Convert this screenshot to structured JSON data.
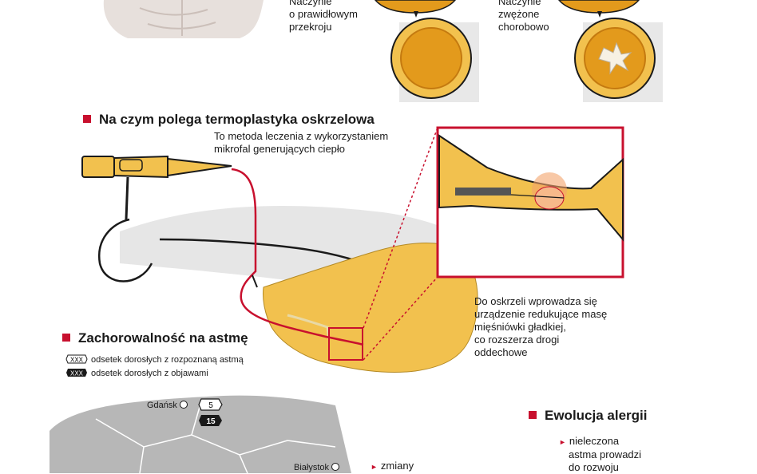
{
  "top": {
    "caption_normal": [
      "Naczynie",
      "o prawidłowym",
      "przekroju"
    ],
    "caption_narrowed": [
      "Naczynie",
      "zwężone",
      "chorobowo"
    ]
  },
  "section_thermo": {
    "title": "Na czym polega termoplastyka oskrzelowa",
    "subtitle": [
      "To metoda leczenia z wykorzystaniem",
      "mikrofal generujących ciepło"
    ],
    "description": [
      "Do oskrzeli wprowadza się",
      "urządzenie redukujące masę",
      "mięśniówki gładkiej,",
      "co rozszerza drogi",
      "oddechowe"
    ]
  },
  "section_asthma": {
    "title": "Zachorowalność na astmę",
    "legend": [
      {
        "badge": "XXX",
        "label": "odsetek dorosłych z rozpoznaną astmą"
      },
      {
        "badge": "XXX",
        "label": "odsetek dorosłych z objawami"
      }
    ],
    "cities": [
      {
        "name": "Gdańsk",
        "value_outline": "5",
        "value_filled": "15"
      },
      {
        "name": "Białystok"
      }
    ],
    "note": "zmiany"
  },
  "section_allergy": {
    "title": "Ewolucja alergii",
    "text": [
      "nieleczona",
      "astma prowadzi",
      "do rozwoju"
    ]
  },
  "colors": {
    "accent": "#c8102e",
    "yellow": "#f2c14e",
    "orange": "#e39a1c",
    "map_gray": "#b7b7b7"
  }
}
